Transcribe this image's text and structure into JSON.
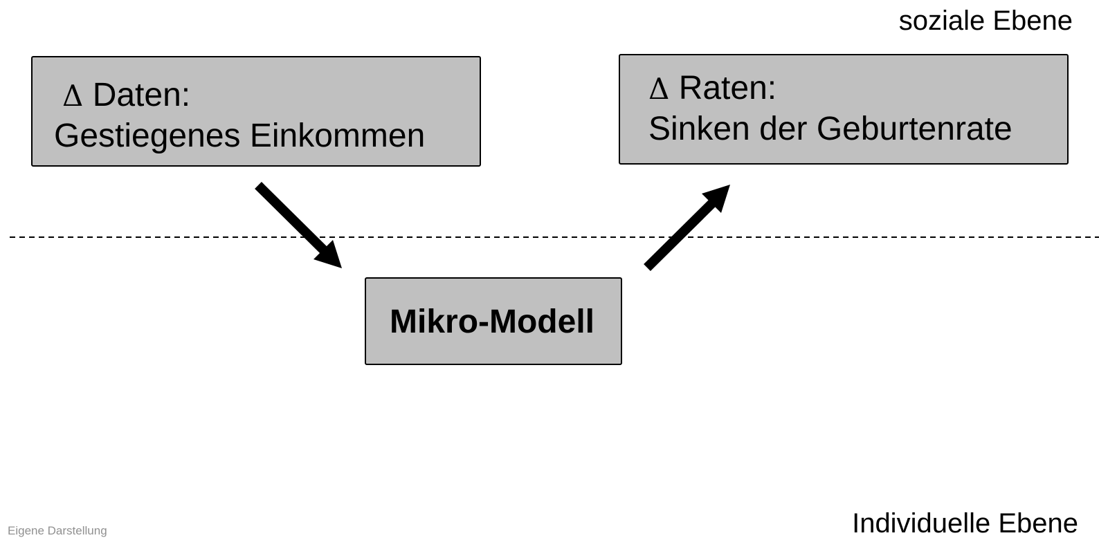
{
  "levels": {
    "social": "soziale Ebene",
    "individual": "Individuelle Ebene"
  },
  "boxes": {
    "data": {
      "symbol": "Δ",
      "heading": "Daten:",
      "text": "Gestiegenes Einkommen"
    },
    "rates": {
      "symbol": "Δ",
      "heading": "Raten:",
      "text": "Sinken der Geburtenrate"
    },
    "micro": {
      "text": "Mikro-Modell"
    }
  },
  "source": "Eigene Darstellung",
  "colors": {
    "box_fill": "#c0c0c0",
    "arrow": "#000000",
    "separator": "#000000",
    "source_text": "#909090"
  }
}
